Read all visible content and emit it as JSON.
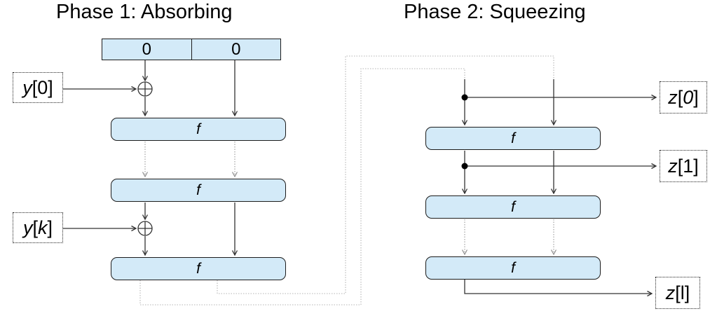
{
  "titles": {
    "phase1": "Phase 1: Absorbing",
    "phase2": "Phase 2: Squeezing"
  },
  "state_register": {
    "cells": [
      "0",
      "0"
    ]
  },
  "absorbing": {
    "f_boxes": [
      "f",
      "f",
      "f"
    ]
  },
  "squeezing": {
    "f_boxes": [
      "f",
      "f",
      "f"
    ]
  },
  "io_labels": {
    "y0": {
      "var": "y",
      "open": "[",
      "idx": "0",
      "close": "]"
    },
    "yk": {
      "var": "y",
      "open": "[",
      "idx": "k",
      "close": "]"
    },
    "z0": {
      "var": "z",
      "open": "[",
      "idx": "0",
      "close": "]"
    },
    "z1": {
      "var": "z",
      "open": "[",
      "idx": "1",
      "close": "]"
    },
    "zl": {
      "var": "z",
      "open": "[",
      "idx": "l",
      "close": "]"
    }
  },
  "icons": {
    "xor": "circle-plus ⊕",
    "branch_dot": "filled-dot ●",
    "arrowhead": "open-chevron >"
  },
  "colors": {
    "box_fill": "#d3eaf8",
    "box_border": "#1c1c1c",
    "solid_wire": "#333333",
    "dotted_arrow_wire": "#8f8f8f",
    "dotted_feedback_wire": "#b5b5b5",
    "background": "#ffffff",
    "text": "#000000"
  }
}
